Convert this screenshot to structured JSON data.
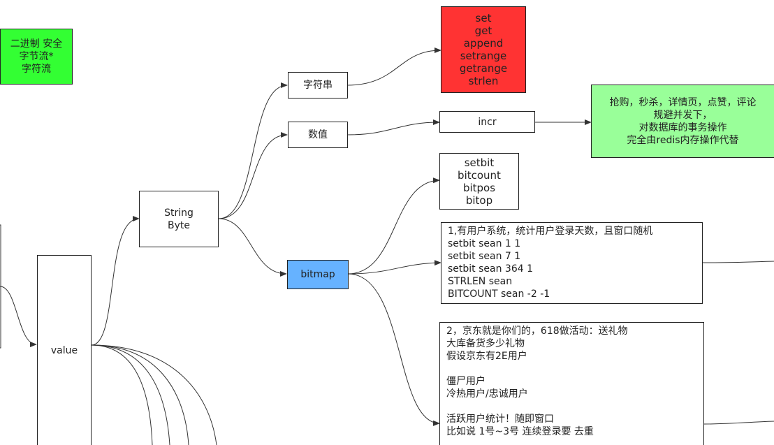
{
  "colors": {
    "binary_box": "#33ff33",
    "string_ops_box": "#ff3333",
    "usage_box": "#99ff99",
    "bitmap_box": "#66b2ff",
    "line": "#333333"
  },
  "nodes": {
    "binary_safe": "二进制  安全\n字节流*\n字符流",
    "value": "value",
    "string_byte": "String\nByte",
    "string_type": "字符串",
    "numeric_type": "数值",
    "bitmap": "bitmap",
    "string_ops": "set\nget\nappend\nsetrange\ngetrange\nstrlen",
    "incr": "incr",
    "incr_usage": "抢购，秒杀，详情页，点赞，评论\n规避并发下，\n对数据库的事务操作\n完全由redis内存操作代替",
    "bit_ops": "setbit\nbitcount\nbitpos\nbitop",
    "example1": "1,有用户系统，统计用户登录天数，且窗口随机\nsetbit sean 1 1\nsetbit sean 7 1\nsetbit sean 364 1\nSTRLEN sean\nBITCOUNT sean -2 -1",
    "example2": "2，京东就是你们的，618做活动：送礼物\n大库备货多少礼物\n假设京东有2E用户\n\n僵尸用户\n冷热用户/忠诚用户\n\n活跃用户统计！随即窗口\n比如说 1号~3号  连续登录要     去重"
  }
}
